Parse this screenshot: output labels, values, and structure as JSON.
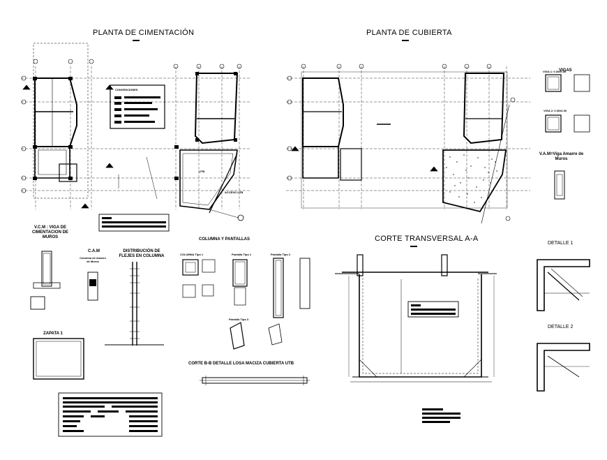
{
  "titles": {
    "foundation_plan": "PLANTA DE CIMENTACIÓN",
    "roof_plan": "PLANTA DE CUBIERTA",
    "cross_section": "CORTE TRANSVERSAL A-A",
    "detail_1": "DETALLE 1",
    "detail_2": "DETALLE 2",
    "footing": "ZAPATA 1",
    "columns_walls": "COLUMNA Y PANTALLAS",
    "slab_section": "CORTE B-B DETALLE LOSA MACIZA CUBIERTA UTB",
    "beams": "VIGAS",
    "foundation_beam": "V.C.M : VIGA DE CIMENTACION DE MUROS",
    "wall_tie_beam": "V.A.M=Viga Amarre de Muros",
    "rebar_distribution": "DISTRIBUCIÓN DE FLEJES EN COLUMNA",
    "cam": "C.A.M",
    "cam_sub": "Columna de Amarre de Muros",
    "column_type_1": "COLUMNA Tipo 1",
    "wall_type_1": "Pantalla Tipo 1",
    "wall_type_2": "Pantalla Tipo 2",
    "wall_type_3": "Pantalla Tipo 3",
    "beam_1": "VIGA 1: 0.30x0.30",
    "beam_2": "VIGA 2: 0.30x0.30"
  },
  "plan_labels": {
    "access": "ACCESO UTB",
    "utb": "UTB",
    "conventions": "CONVENCIONES"
  },
  "colors": {
    "ink": "#000000",
    "paper": "#ffffff",
    "grid": "#444444"
  }
}
